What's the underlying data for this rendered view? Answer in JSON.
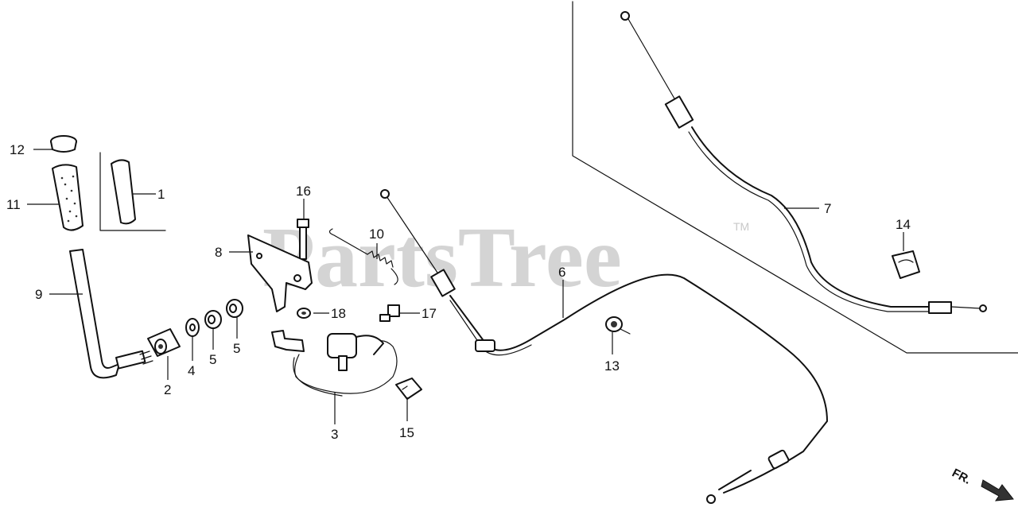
{
  "watermark": {
    "text": "PartsTree",
    "trademark": "TM"
  },
  "direction": {
    "label": "FR."
  },
  "callouts": {
    "c1": "1",
    "c2": "2",
    "c3": "3",
    "c4": "4",
    "c5a": "5",
    "c5b": "5",
    "c6": "6",
    "c7": "7",
    "c8": "8",
    "c9": "9",
    "c10": "10",
    "c11": "11",
    "c12": "12",
    "c13": "13",
    "c14": "14",
    "c15": "15",
    "c16": "16",
    "c17": "17",
    "c18": "18"
  }
}
